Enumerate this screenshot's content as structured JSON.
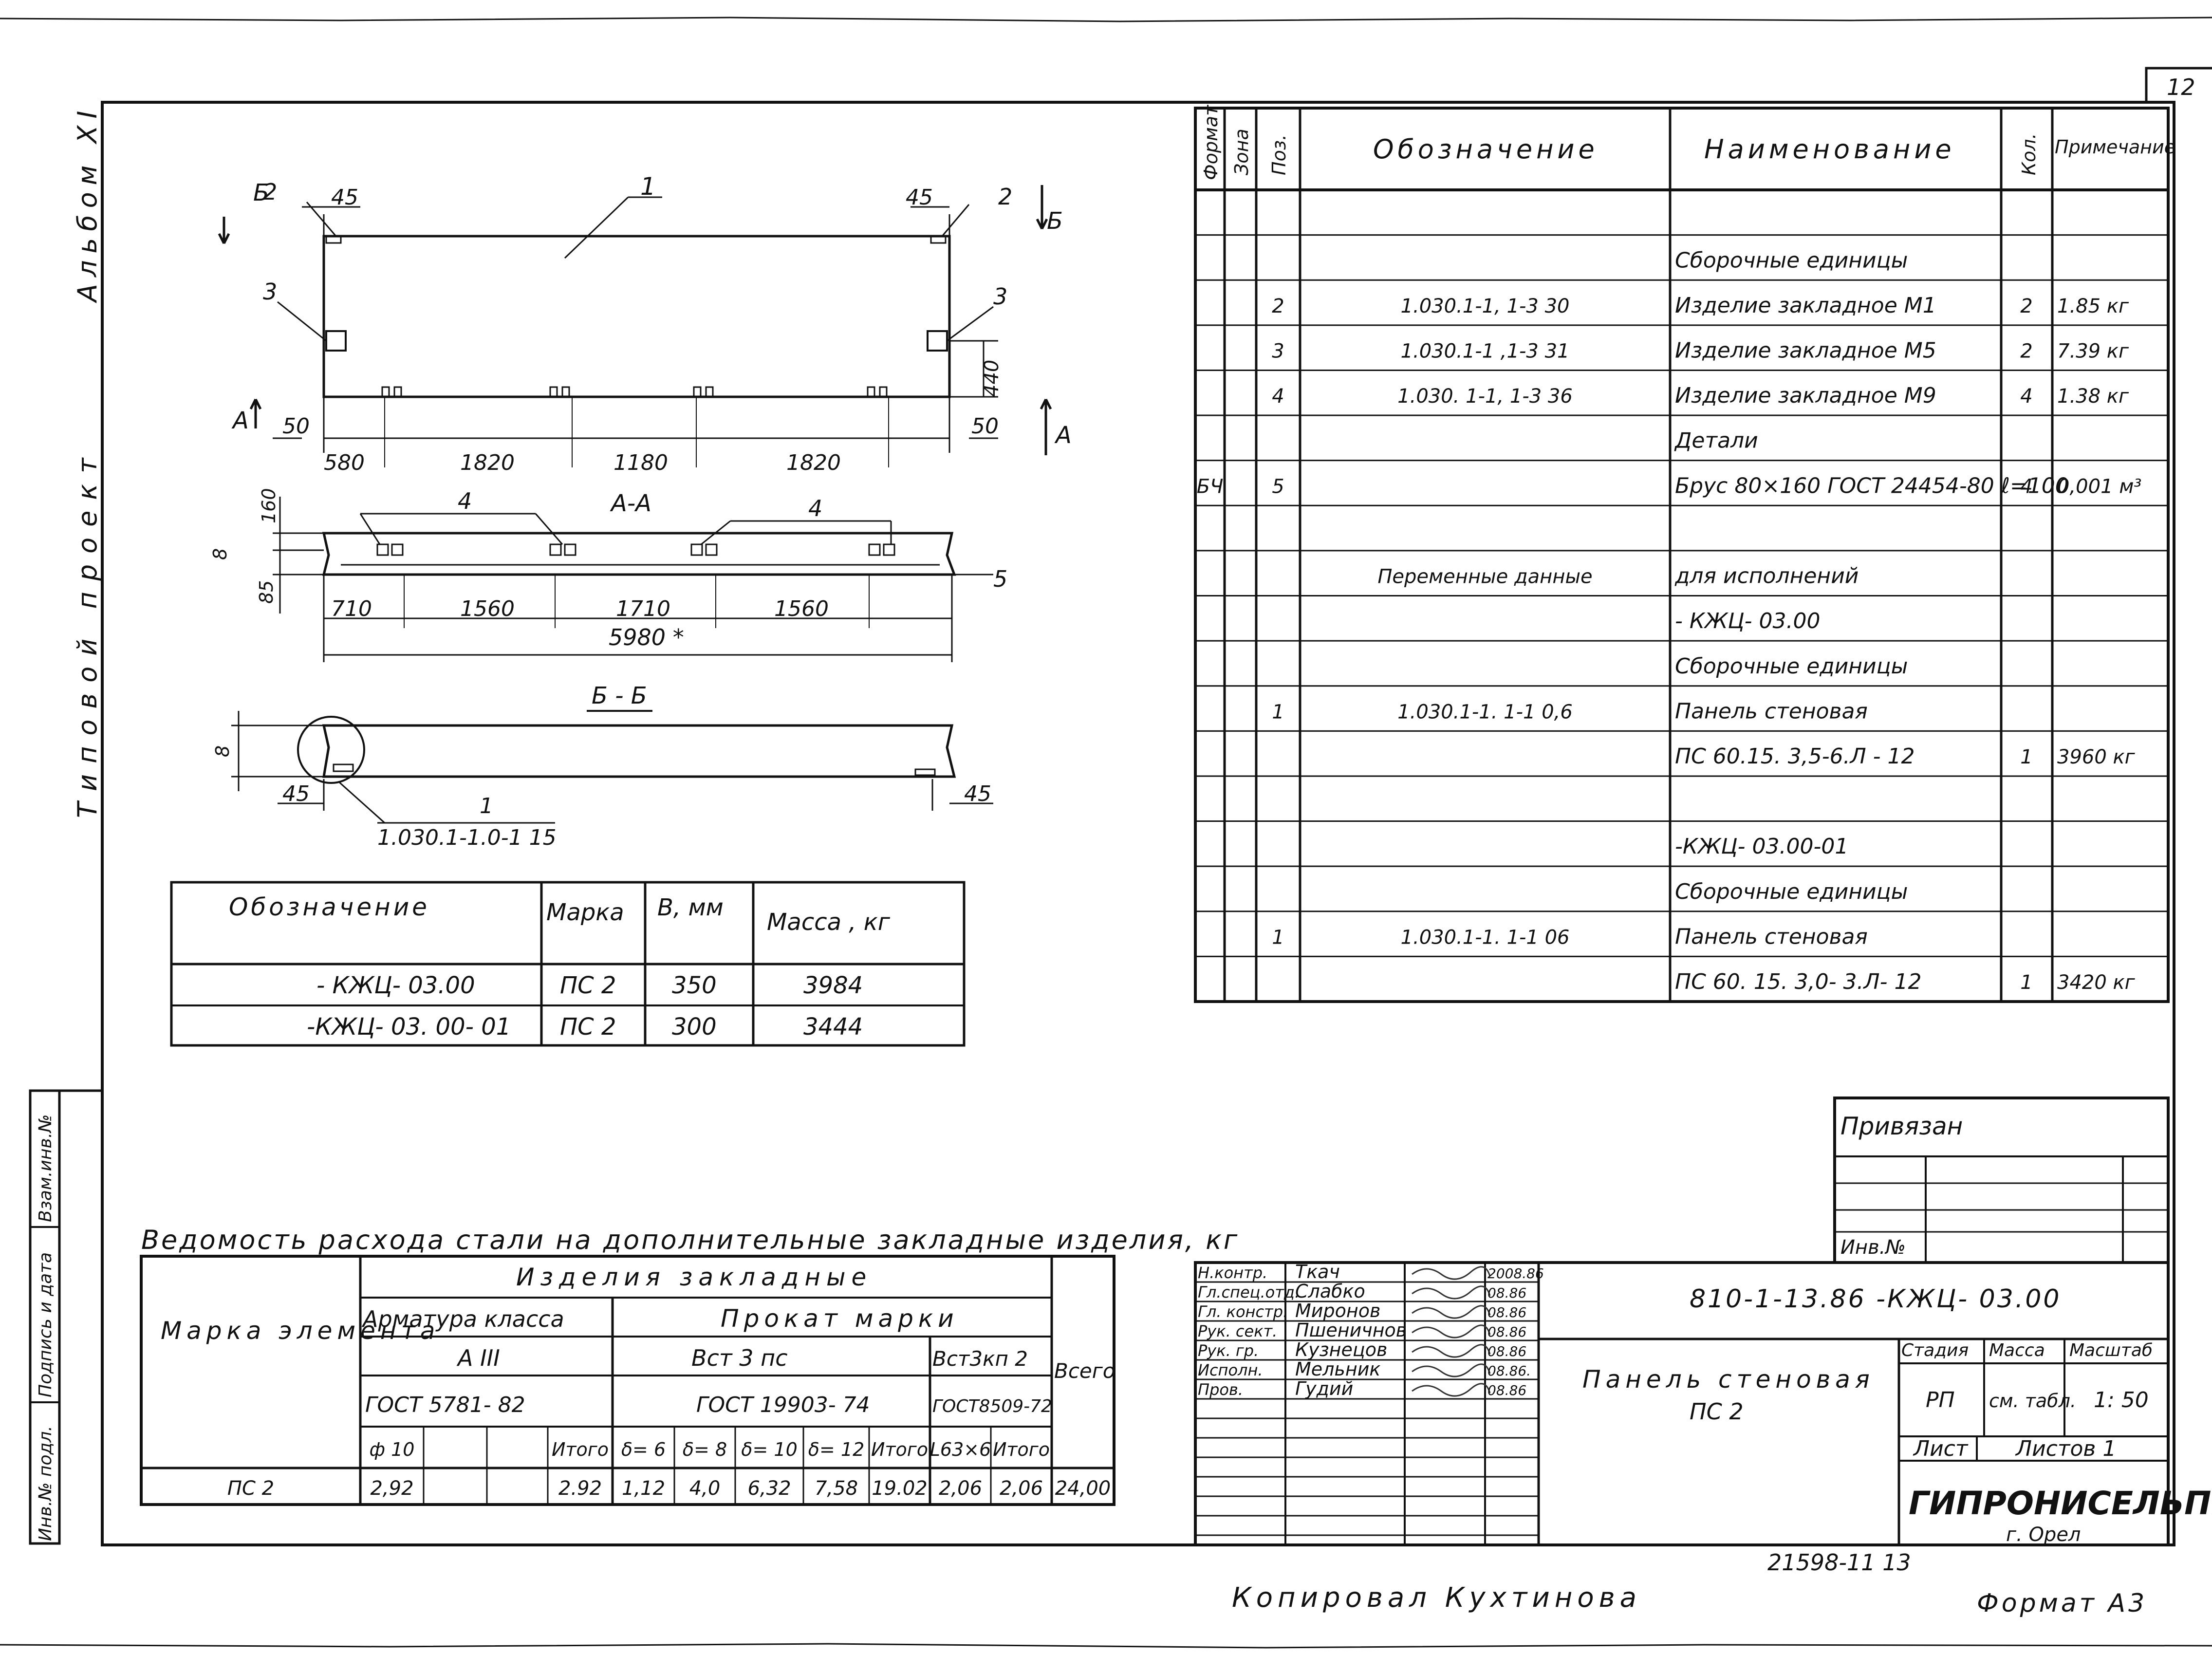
{
  "sheet": {
    "number": "12",
    "album": "Альбом XI",
    "project": "Типовой проект",
    "copied_by": "Копировал Кухтинова",
    "format": "Формат А3",
    "bottom_code": "21598-11 13",
    "side_labels": [
      "Инв.№ подл.",
      "Подпись и дата",
      "Взам.инв.№"
    ]
  },
  "drawing": {
    "labels": {
      "pos1": "1",
      "pos2a": "2",
      "pos2b": "2",
      "pos3a": "3",
      "pos3b": "3",
      "pos4a": "4",
      "pos4b": "4",
      "pos5": "5",
      "pos1b": "1",
      "cutB_left": "Б",
      "cutB_right": "Б",
      "cutA_left": "А",
      "cutA_right": "А",
      "d45a": "45",
      "d45b": "45",
      "d440": "440",
      "d50a": "50",
      "d50b": "50",
      "d580": "580",
      "d1820a": "1820",
      "d1180": "1180",
      "d1820b": "1820",
      "sectionAA": "А-А",
      "d160": "160",
      "d8a": "8",
      "d85": "85",
      "d710": "710",
      "d1560a": "1560",
      "d1710": "1710",
      "d1560b": "1560",
      "d5980": "5980 *",
      "sectionBB": "Б - Б",
      "d8b": "8",
      "d45c": "45",
      "d45d": "45",
      "ref115": "1.030.1-1.0-1 15"
    }
  },
  "variants_table": {
    "headers": [
      "Обозначение",
      "Марка",
      "В, мм",
      "Масса , кг"
    ],
    "rows": [
      [
        "- КЖЦ- 03.00",
        "ПС 2",
        "350",
        "3984"
      ],
      [
        "-КЖЦ- 03. 00- 01",
        "ПС 2",
        "300",
        "3444"
      ]
    ]
  },
  "spec_table": {
    "headers": [
      "Формат",
      "Зона",
      "Поз.",
      "Обозначение",
      "Наименование",
      "Кол.",
      "Примечание"
    ],
    "rows": [
      [
        "",
        "",
        "",
        "",
        "",
        "",
        ""
      ],
      [
        "",
        "",
        "",
        "",
        "Сборочные единицы",
        "",
        ""
      ],
      [
        "",
        "",
        "2",
        "1.030.1-1, 1-3 30",
        "Изделие закладное М1",
        "2",
        "1.85 кг"
      ],
      [
        "",
        "",
        "3",
        "1.030.1-1 ,1-3 31",
        "Изделие закладное М5",
        "2",
        "7.39 кг"
      ],
      [
        "",
        "",
        "4",
        "1.030. 1-1, 1-3 36",
        "Изделие закладное М9",
        "4",
        "1.38 кг"
      ],
      [
        "",
        "",
        "",
        "",
        "Детали",
        "",
        ""
      ],
      [
        "БЧ",
        "",
        "5",
        "",
        "Брус 80×160 ГОСТ 24454-80 ℓ=100",
        "4",
        "0,001 м³"
      ],
      [
        "",
        "",
        "",
        "",
        "",
        "",
        ""
      ],
      [
        "",
        "",
        "",
        "Переменные данные",
        "для исполнений",
        "",
        ""
      ],
      [
        "",
        "",
        "",
        "",
        "- КЖЦ- 03.00",
        "",
        ""
      ],
      [
        "",
        "",
        "",
        "",
        "Сборочные единицы",
        "",
        ""
      ],
      [
        "",
        "",
        "1",
        "1.030.1-1. 1-1 0,6",
        "Панель стеновая",
        "",
        ""
      ],
      [
        "",
        "",
        "",
        "",
        "ПС 60.15. 3,5-6.Л - 12",
        "1",
        "3960 кг"
      ],
      [
        "",
        "",
        "",
        "",
        "",
        "",
        ""
      ],
      [
        "",
        "",
        "",
        "",
        "-КЖЦ- 03.00-01",
        "",
        ""
      ],
      [
        "",
        "",
        "",
        "",
        "Сборочные единицы",
        "",
        ""
      ],
      [
        "",
        "",
        "1",
        "1.030.1-1. 1-1 06",
        "Панель стеновая",
        "",
        ""
      ],
      [
        "",
        "",
        "",
        "",
        "ПС 60. 15. 3,0- 3.Л- 12",
        "1",
        "3420 кг"
      ]
    ]
  },
  "steel_table": {
    "title": "Ведомость расхода стали на дополнительные закладные изделия, кг",
    "mark_header": "Марка элемента",
    "group": "Изделия закладные",
    "armatura": "Арматура класса",
    "armatura_class": "А III",
    "armatura_gost": "ГОСТ 5781- 82",
    "prokat": "Прокат марки",
    "vst3ps": "Вст 3 пс",
    "gost19903": "ГОСТ 19903- 74",
    "vst3kp2": "Вст3кп 2",
    "gost8509": "ГОСТ8509-72",
    "total": "Всего",
    "subheaders": [
      "ф 10",
      "",
      "",
      "Итого",
      "δ= 6",
      "δ= 8",
      "δ= 10",
      "δ= 12",
      "Итого",
      "L63×6",
      "Итого"
    ],
    "row": [
      "ПС 2",
      "2,92",
      "",
      "",
      "2.92",
      "1,12",
      "4,0",
      "6,32",
      "7,58",
      "19.02",
      "2,06",
      "2,06",
      "24,00"
    ]
  },
  "privyazan": {
    "title": "Привязан",
    "inv": "Инв.№"
  },
  "title_block": {
    "doc_code": "810-1-13.86 -КЖЦ- 03.00",
    "name_line1": "Панель стеновая",
    "name_line2": "ПС 2",
    "roles": [
      [
        "Н.контр.",
        "Ткач",
        "2008.86"
      ],
      [
        "Гл.спец.отд.",
        "Слабко",
        "08.86"
      ],
      [
        "Гл. констр.",
        "Миронов",
        "08.86"
      ],
      [
        "Рук. сект.",
        "Пшеничнов",
        "08.86"
      ],
      [
        "Рук. гр.",
        "Кузнецов",
        "08.86"
      ],
      [
        "Исполн.",
        "Мельник",
        "08.86."
      ],
      [
        "Пров.",
        "Гудий",
        "08.86"
      ]
    ],
    "stage_h": "Стадия",
    "mass_h": "Масса",
    "scale_h": "Масштаб",
    "stage": "РП",
    "mass": "см. табл.",
    "scale": "1: 50",
    "sheet_h": "Лист",
    "sheets_h": "Листов 1",
    "org": "ГИПРОНИСЕЛЬПРОМ",
    "city": "г. Орел"
  }
}
